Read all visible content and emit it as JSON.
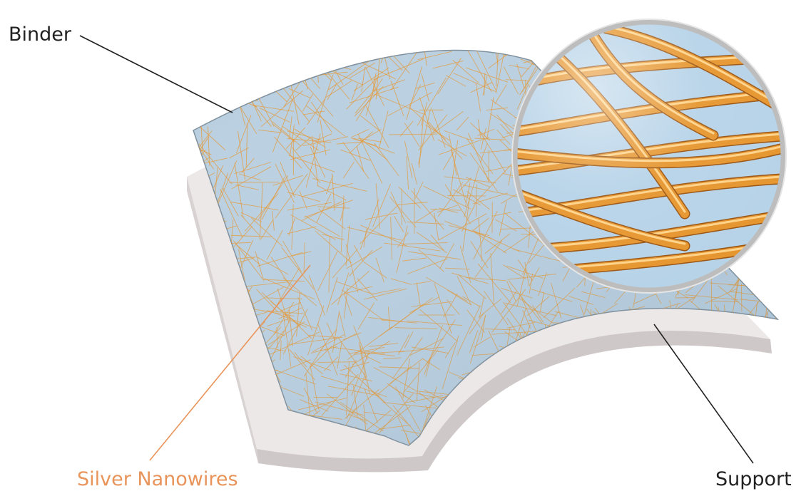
{
  "labels": {
    "binder": "Binder",
    "silver_nanowires": "Silver Nanowires",
    "support": "Support"
  },
  "colors": {
    "support_layer": "#e4dfdf",
    "binder_layer": "#b9cfe0",
    "nanowire": "#e6962f",
    "leader_line": "#222222",
    "silver_label": "#e8945a"
  },
  "icons": {
    "magnifier": "magnifier-lens-icon"
  }
}
